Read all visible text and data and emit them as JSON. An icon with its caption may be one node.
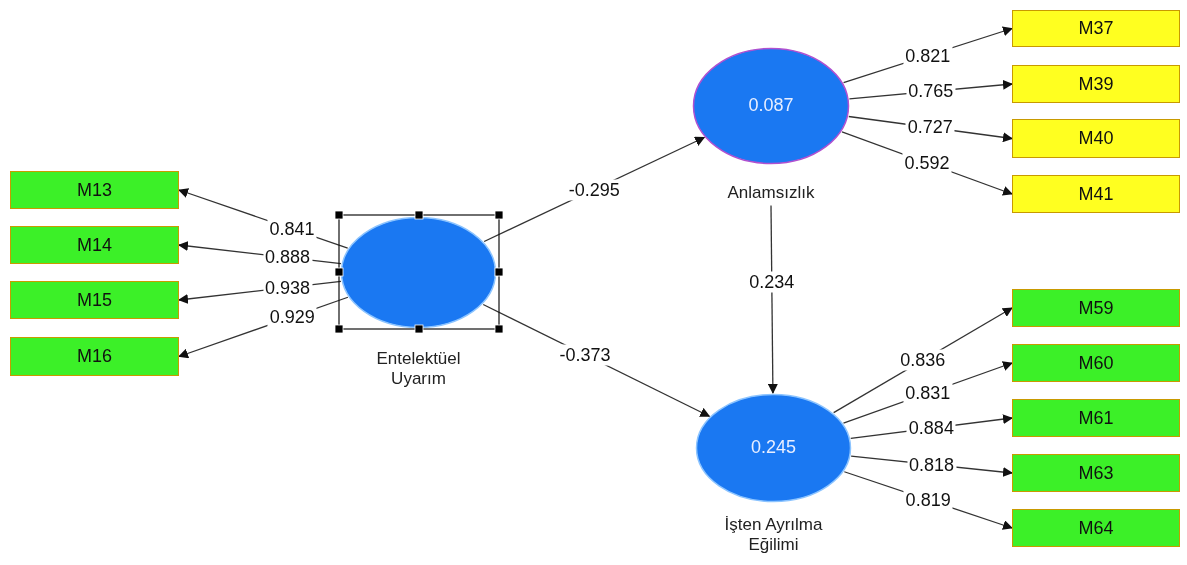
{
  "diagram": {
    "nodes": [
      {
        "text": [],
        "shape": "circle",
        "beside": [
          "Entelektüel Uyarım"
        ]
      },
      {
        "text": [
          "0.087"
        ],
        "beside": [
          "Anlamsızlık"
        ]
      },
      {
        "text": [
          "0.245"
        ],
        "beside": [
          "İşten Ayrılma Eğilimi"
        ]
      },
      {
        "text": [
          "M13"
        ]
      },
      {
        "text": [
          "M14"
        ]
      },
      {
        "text": [
          "M15"
        ]
      },
      {
        "text": [
          "M16"
        ]
      },
      {
        "text": [
          "M37"
        ]
      },
      {
        "text": [
          "M39"
        ]
      },
      {
        "text": [
          "M40"
        ]
      },
      {
        "text": [
          "M41"
        ]
      },
      {
        "text": [
          "M59"
        ]
      },
      {
        "text": [
          "M60"
        ]
      },
      {
        "text": [
          "M61"
        ]
      },
      {
        "text": [
          "M63"
        ]
      },
      {
        "text": [
          "M64"
        ]
      }
    ],
    "edges": [
      {
        "from": 0,
        "to": 1,
        "arrow": "to",
        "label": "-0.295"
      },
      {
        "from": 0,
        "to": 2,
        "arrow": "to",
        "label": "-0.373"
      },
      {
        "from": 1,
        "to": 2,
        "arrow": "to",
        "label": "0.234"
      },
      {
        "from": 0,
        "to": 3,
        "arrow": "to",
        "label": "0.841"
      },
      {
        "from": 0,
        "to": 4,
        "arrow": "to",
        "label": "0.888"
      },
      {
        "from": 0,
        "to": 5,
        "arrow": "to",
        "label": "0.938"
      },
      {
        "from": 0,
        "to": 6,
        "arrow": "to",
        "label": "0.929"
      },
      {
        "from": 1,
        "to": 7,
        "arrow": "to",
        "label": "0.821"
      },
      {
        "from": 1,
        "to": 8,
        "arrow": "to",
        "label": "0.765"
      },
      {
        "from": 1,
        "to": 9,
        "arrow": "to",
        "label": "0.727"
      },
      {
        "from": 1,
        "to": 10,
        "arrow": "to",
        "label": "0.592"
      },
      {
        "from": 2,
        "to": 11,
        "arrow": "to",
        "label": "0.836"
      },
      {
        "from": 2,
        "to": 12,
        "arrow": "to",
        "label": "0.831"
      },
      {
        "from": 2,
        "to": 13,
        "arrow": "to",
        "label": "0.884"
      },
      {
        "from": 2,
        "to": 14,
        "arrow": "to",
        "label": "0.818"
      },
      {
        "from": 2,
        "to": 15,
        "arrow": "to",
        "label": "0.819"
      }
    ]
  }
}
